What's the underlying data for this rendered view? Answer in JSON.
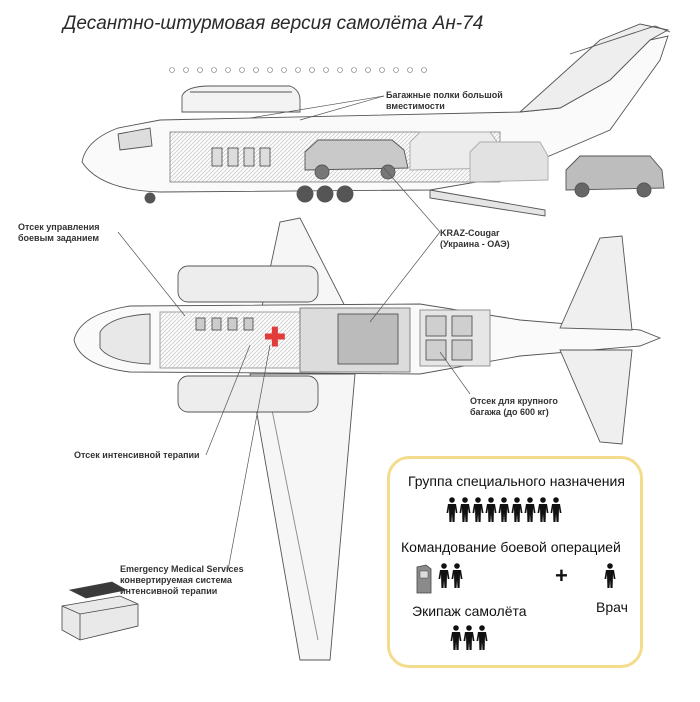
{
  "title": "Десантно-штурмовая версия самолёта Ан-74",
  "colors": {
    "cross": "#e23b3b",
    "legend_border": "#f3dc8c",
    "line": "#555555"
  },
  "labels": {
    "shelves": "Багажные полки большой вместимости",
    "control": "Отсек управления боевым заданием",
    "vehicle": "KRAZ-Cougar (Украина - ОАЭ)",
    "cargo": "Отсек для крупного багажа (до 600 кг)",
    "icu": "Отсек интенсивной терапии",
    "ems_line1": "Emergency Medical Services",
    "ems_line2": "конвертируемая система интенсивной терапии"
  },
  "legend": {
    "special_group": "Группа специального назначения",
    "special_count": 9,
    "command": "Командование боевой операцией",
    "command_count": 2,
    "plus": "+",
    "doctor": "Врач",
    "doctor_count": 1,
    "crew": "Экипаж самолёта",
    "crew_count": 3,
    "console_icon": "operator-console-icon",
    "person_icon": "person-silhouette-icon"
  },
  "decor": {
    "cross_symbol": "✚"
  }
}
